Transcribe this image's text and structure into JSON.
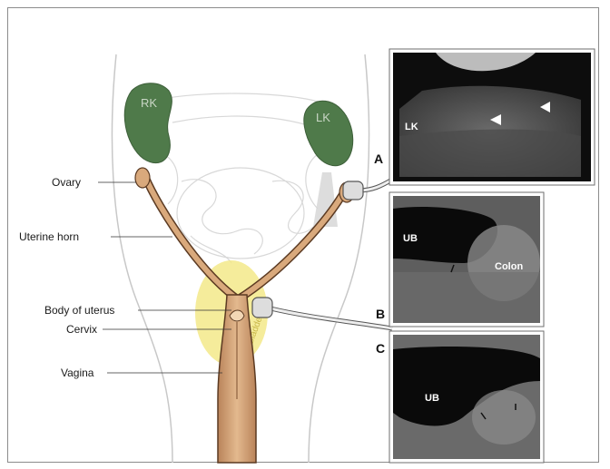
{
  "labels": {
    "ovary": "Ovary",
    "uterine_horn": "Uterine horn",
    "body_of_uterus": "Body of uterus",
    "cervix": "Cervix",
    "vagina": "Vagina",
    "right_kidney": "RK",
    "left_kidney": "LK",
    "bladder": "Bladder"
  },
  "panels": [
    {
      "letter": "A",
      "labels": [
        "LK"
      ]
    },
    {
      "letter": "B",
      "labels": [
        "UB",
        "Colon"
      ]
    },
    {
      "letter": "C",
      "labels": [
        "UB"
      ]
    }
  ],
  "colors": {
    "kidney": "#4f7a4a",
    "uterus": "#c9976a",
    "uterus_outline": "#5b3a22",
    "bladder": "#f3e98a",
    "probe_cable": "#e8e8e8",
    "outline": "#bdbdbd"
  }
}
